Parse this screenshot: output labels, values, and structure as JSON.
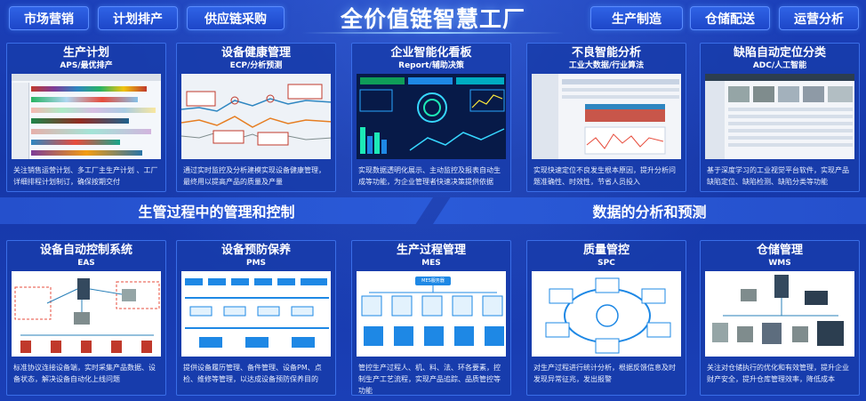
{
  "header": {
    "title": "全价值链智慧工厂",
    "left_nav": [
      "市场营销",
      "计划排产",
      "供应链采购"
    ],
    "right_nav": [
      "生产制造",
      "仓储配送",
      "运营分析"
    ]
  },
  "bands": {
    "left": "生管过程中的管理和控制",
    "right": "数据的分析和预测"
  },
  "top_cards": [
    {
      "title": "生产计划",
      "sub": "APS/最优排产",
      "desc": "关注销售运营计划、多工厂主生产计划 、工厂详细排程计划制订，确保按期交付"
    },
    {
      "title": "设备健康管理",
      "sub": "ECP/分析预测",
      "desc": "通过实时监控及分析建模实现设备健康管理，最终用以提高产品的质量及产量"
    },
    {
      "title": "企业智能化看板",
      "sub": "Report/辅助决策",
      "desc": "实现数据透明化展示、主动监控及报表自动生成等功能，为企业管理者快速决策提供依据"
    },
    {
      "title": "不良智能分析",
      "sub": "工业大数据/行业算法",
      "desc": "实现快速定位不良发生根本原因，提升分析问题准确性、时效性，节省人员投入"
    },
    {
      "title": "缺陷自动定位分类",
      "sub": "ADC/人工智能",
      "desc": "基于深度学习的工业视觉平台软件，实现产品缺陷定位、缺陷检测、缺陷分类等功能"
    }
  ],
  "bottom_cards": [
    {
      "title": "设备自动控制系统",
      "sub": "EAS",
      "desc": "标准协议连接设备端，实时采集产品数据、设备状态，解决设备自动化上线问题"
    },
    {
      "title": "设备预防保养",
      "sub": "PMS",
      "desc": "提供设备履历管理、备件管理、设备PM、点检、维修等管理，以达成设备预防保养目的"
    },
    {
      "title": "生产过程管理",
      "sub": "MES",
      "desc": "管控生产过程人、机、料、法、环各要素，控制生产工艺流程，实现产品追踪、品质管控等功能"
    },
    {
      "title": "质量管控",
      "sub": "SPC",
      "desc": "对生产过程进行统计分析，根据反馈信息及时发现异常征兆，发出报警"
    },
    {
      "title": "仓储管理",
      "sub": "WMS",
      "desc": "关注对仓储执行的优化和有效管理，提升企业财产安全，提升仓库管理效率，降低成本"
    }
  ],
  "mes_label": "MES服务器"
}
